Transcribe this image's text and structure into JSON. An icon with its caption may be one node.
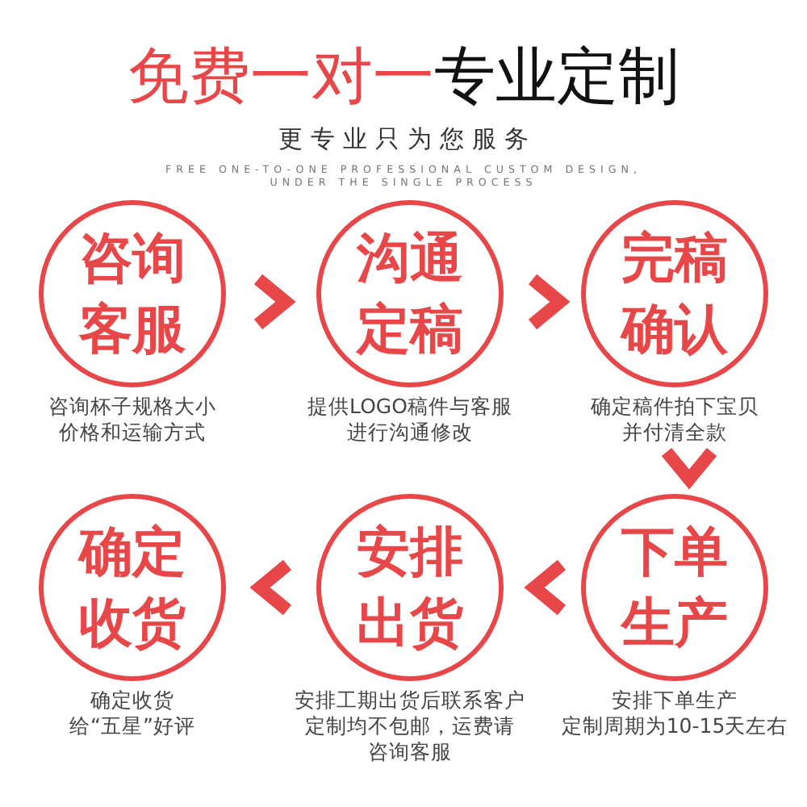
{
  "diagram": {
    "title": "免费一对一专业定制",
    "nodes": [
      {
        "text": [
          "咨询客服"
        ],
        "beside": [
          "咨询杯子规格大小价格和运输方式"
        ]
      },
      {
        "text": [
          "沟通定稿"
        ],
        "beside": [
          "提供LOGO稿件与客服进行沟通修改"
        ]
      },
      {
        "text": [
          "完稿确认"
        ],
        "beside": [
          "确定稿件拍下宝贝并付清全款"
        ]
      },
      {
        "text": [
          "确定收货"
        ],
        "beside": [
          "确定收货给“五星”好评"
        ]
      },
      {
        "text": [
          "安排出货"
        ],
        "beside": [
          "安排工期出货后联系客户定制均不包邮，运费请咨询客服"
        ]
      },
      {
        "text": [
          "下单生产"
        ],
        "beside": [
          "安排下单生产定制周期为10-15天左右"
        ]
      }
    ],
    "edges": [
      {
        "from": 0,
        "to": 1,
        "arrow": "to"
      },
      {
        "from": 1,
        "to": 2,
        "arrow": "to"
      },
      {
        "from": 2,
        "to": 5,
        "arrow": "to"
      },
      {
        "from": 5,
        "to": 4,
        "arrow": "to"
      },
      {
        "from": 4,
        "to": 3,
        "arrow": "to"
      }
    ],
    "labels": [
      "更专业只为您服务",
      "FREE ONE-TO-ONE PROFESSIONAL CUSTOM DESIGN, UNDER THE SINGLE PROCESS"
    ]
  }
}
